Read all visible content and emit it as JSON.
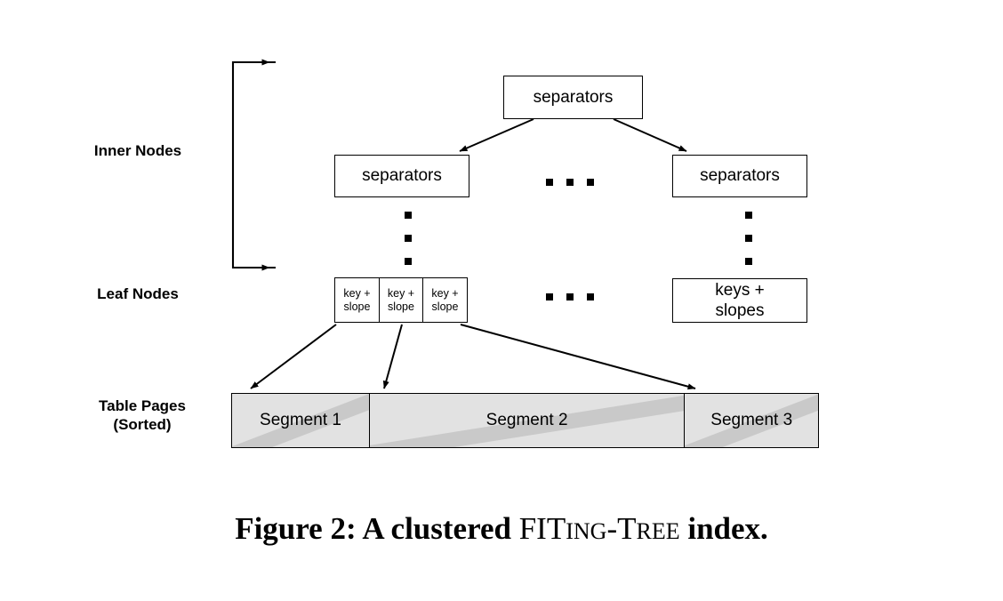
{
  "figure": {
    "caption_prefix": "Figure 2: A clustered ",
    "caption_name_part1": "FIT",
    "caption_name_part2": "ING",
    "caption_name_dash": "-T",
    "caption_name_part3": "REE",
    "caption_suffix": " index."
  },
  "row_labels": {
    "inner_nodes": "Inner Nodes",
    "leaf_nodes": "Leaf Nodes",
    "table_pages": "Table Pages\n(Sorted)"
  },
  "inner_nodes": {
    "root": {
      "label": "separators"
    },
    "level2": [
      {
        "label": "separators"
      },
      {
        "label": "separators"
      }
    ],
    "ellipsis_horizontal": "...",
    "ellipsis_vertical": "..."
  },
  "leaf_nodes": {
    "left_cells": [
      {
        "label": "key +\nslope"
      },
      {
        "label": "key +\nslope"
      },
      {
        "label": "key +\nslope"
      }
    ],
    "right_node": {
      "label": "keys +\nslopes"
    },
    "ellipsis_horizontal": "..."
  },
  "table_pages": {
    "segments": [
      {
        "label": "Segment 1"
      },
      {
        "label": "Segment 2"
      },
      {
        "label": "Segment 3"
      }
    ]
  },
  "colors": {
    "background": "#ffffff",
    "stroke": "#000000",
    "segment_fill": "#e2e2e2",
    "slope_band": "#c9c9c9"
  }
}
